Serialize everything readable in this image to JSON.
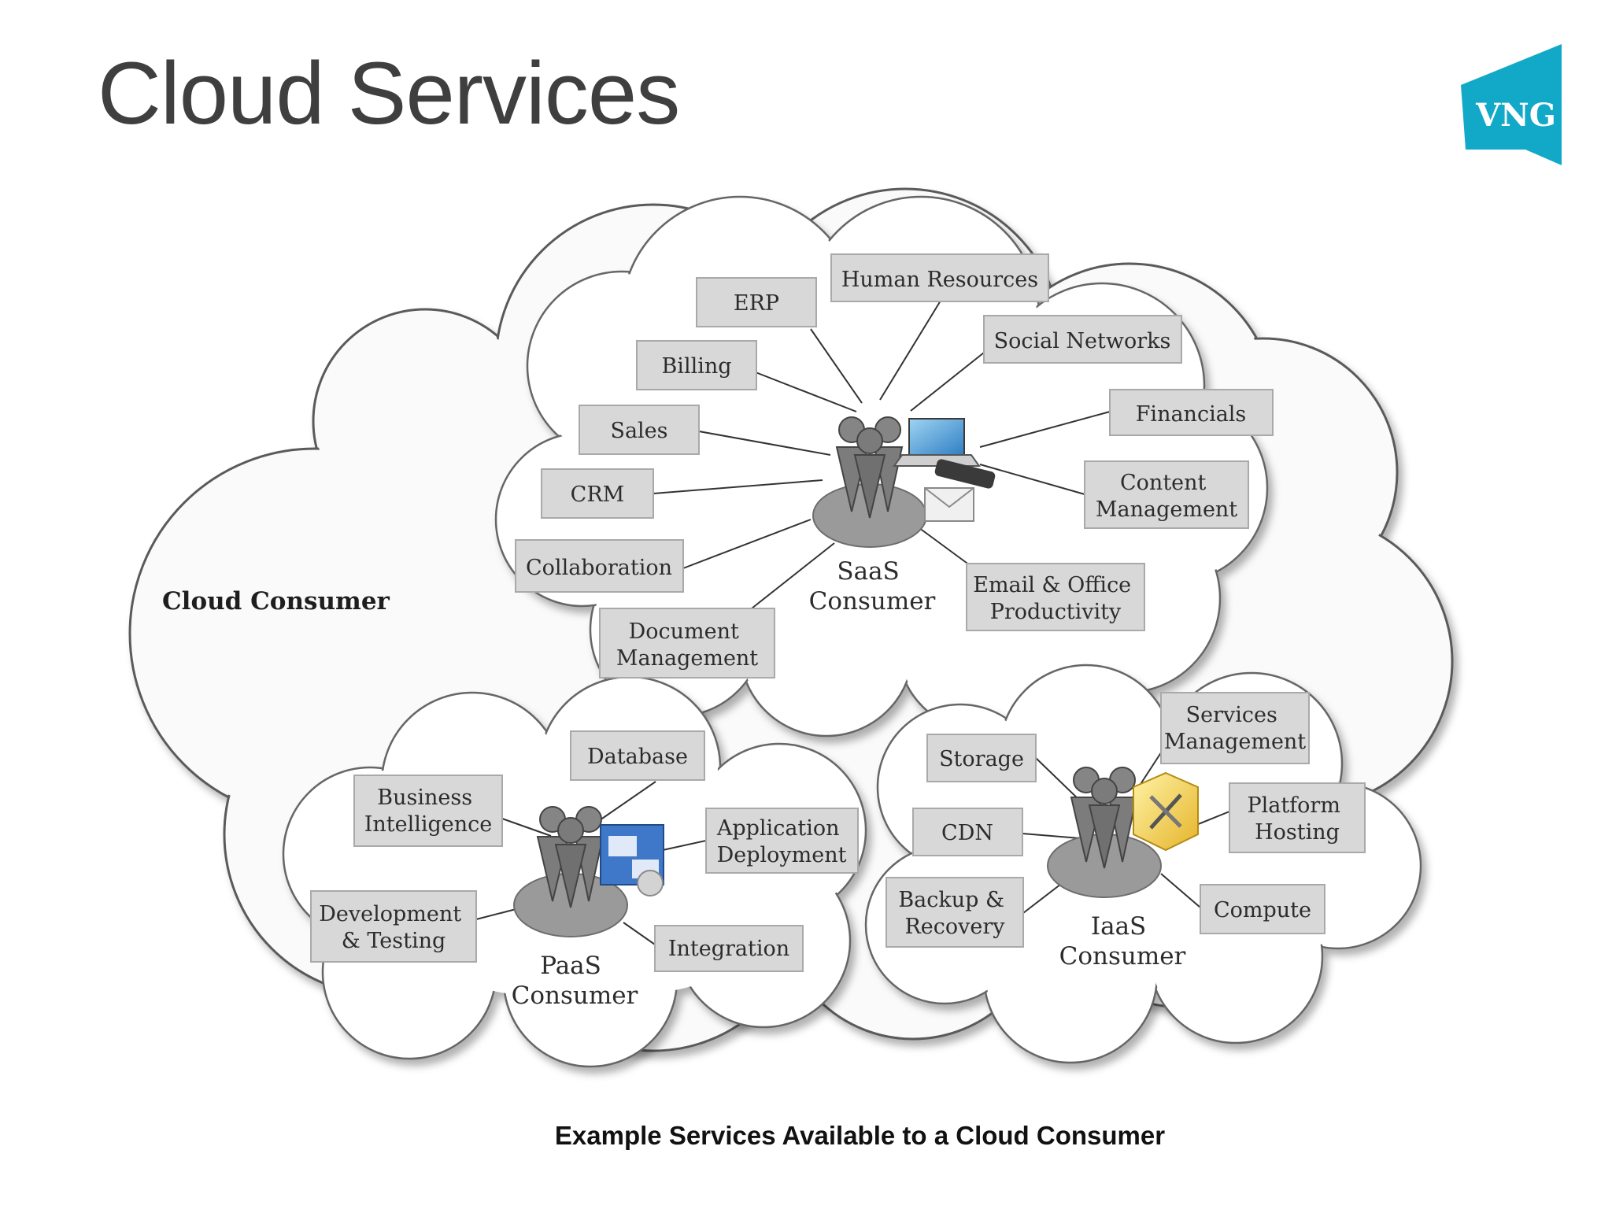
{
  "title": "Cloud Services",
  "logo": {
    "text": "VNG",
    "color": "#12a9c9"
  },
  "caption": "Example Services Available to a Cloud Consumer",
  "colors": {
    "box_fill": "#d8d8d8",
    "box_stroke": "#a9a9a9",
    "cloud_fill": "#fafafa",
    "title": "#3f3f3f"
  },
  "diagram": {
    "outer_cloud_label": "Cloud Consumer",
    "saas": {
      "label": [
        "SaaS",
        "Consumer"
      ],
      "services": [
        [
          "ERP"
        ],
        [
          "Human Resources"
        ],
        [
          "Billing"
        ],
        [
          "Social Networks"
        ],
        [
          "Sales"
        ],
        [
          "Financials"
        ],
        [
          "CRM"
        ],
        [
          "Content",
          "Management"
        ],
        [
          "Collaboration"
        ],
        [
          "Email & Office",
          "Productivity"
        ],
        [
          "Document",
          "Management"
        ]
      ]
    },
    "paas": {
      "label": [
        "PaaS",
        "Consumer"
      ],
      "services": [
        [
          "Database"
        ],
        [
          "Business",
          "Intelligence"
        ],
        [
          "Application",
          "Deployment"
        ],
        [
          "Development",
          "& Testing"
        ],
        [
          "Integration"
        ]
      ]
    },
    "iaas": {
      "label": [
        "IaaS",
        "Consumer"
      ],
      "services": [
        [
          "Services",
          "Management"
        ],
        [
          "Storage"
        ],
        [
          "Platform",
          "Hosting"
        ],
        [
          "CDN"
        ],
        [
          "Backup &",
          "Recovery"
        ],
        [
          "Compute"
        ]
      ]
    }
  }
}
